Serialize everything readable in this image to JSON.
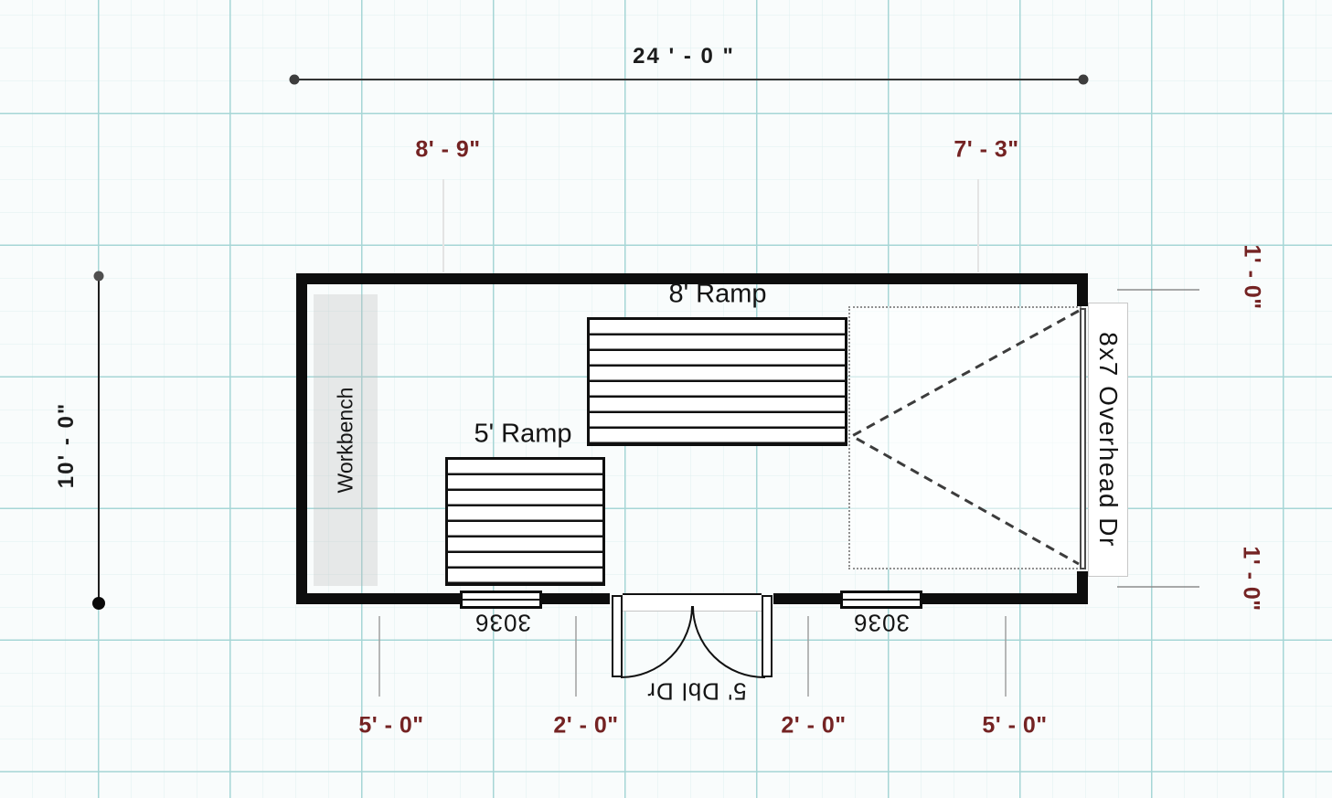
{
  "drawing": {
    "type": "floor-plan",
    "dimensions": {
      "overall_width": "24 ' - 0 \"",
      "overall_depth": "10' - 0\"",
      "top_left_segment": "8' - 9\"",
      "top_right_segment": "7' - 3\"",
      "right_top_segment": "1' - 0\"",
      "right_bottom_segment": "1' - 0\"",
      "bottom_segments": [
        "5' - 0\"",
        "2' - 0\"",
        "2' - 0\"",
        "5' - 0\""
      ]
    },
    "objects": {
      "workbench": {
        "label": "Workbench"
      },
      "ramp_8ft": {
        "label": "8' Ramp"
      },
      "ramp_5ft": {
        "label": "5' Ramp"
      },
      "overhead_door": {
        "label": "8x7 Overhead Dr"
      },
      "window_left": {
        "label": "3036"
      },
      "window_right": {
        "label": "3036"
      },
      "double_door": {
        "label": "5' Dbl Dr"
      }
    },
    "colors": {
      "dimension_text": "#742323",
      "drawing_ink": "#111111",
      "grid_minor": "#e0efef",
      "grid_major": "#a6d6d6",
      "paper": "#f9fcfc"
    }
  }
}
